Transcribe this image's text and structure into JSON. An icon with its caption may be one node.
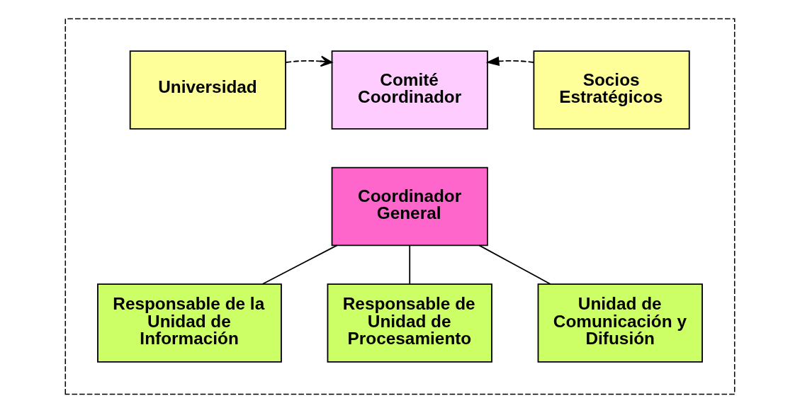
{
  "diagram": {
    "nodes": [
      {
        "text": [],
        "shape": "box"
      },
      {
        "text": [
          "Universidad"
        ],
        "in": 0
      },
      {
        "text": [
          "Comité Coordinador"
        ],
        "in": 0
      },
      {
        "text": [
          "Socios Estratégicos"
        ],
        "in": 0
      },
      {
        "text": [
          "Coordinador General"
        ],
        "in": 0
      },
      {
        "text": [
          "Responsable de la Unidad de Información"
        ],
        "in": 0
      },
      {
        "text": [
          "Responsable de Unidad de Procesamiento"
        ],
        "in": 0
      },
      {
        "text": [
          "Unidad de Comunicación y Difusión"
        ],
        "in": 0
      }
    ],
    "edges": [
      {
        "from": 1,
        "to": 2,
        "arrow": "to",
        "style": "dashed"
      },
      {
        "from": 3,
        "to": 2,
        "arrow": "to",
        "style": "dashed"
      },
      {
        "from": 4,
        "to": 5,
        "arrow": "none"
      },
      {
        "from": 4,
        "to": 6,
        "arrow": "none"
      },
      {
        "from": 4,
        "to": 7,
        "arrow": "none"
      }
    ]
  }
}
